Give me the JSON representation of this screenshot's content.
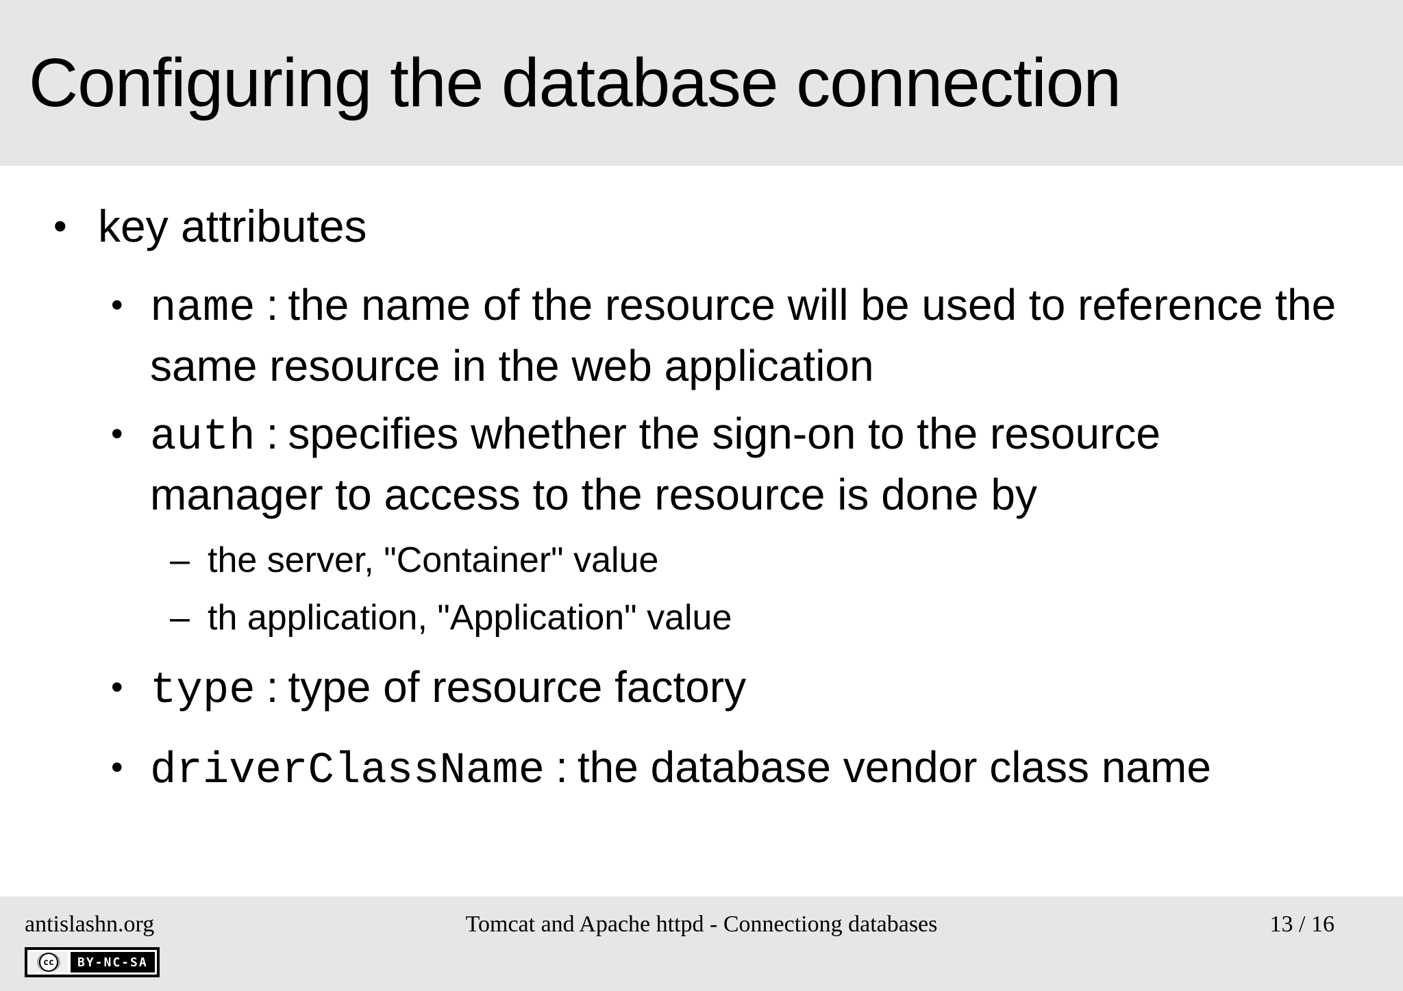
{
  "slide": {
    "title": "Configuring the database connection",
    "key_heading": "key attributes",
    "separator": ":",
    "items": [
      {
        "term": "name",
        "desc": "the name of the resource will be used to reference the same resource in the web application"
      },
      {
        "term": "auth",
        "desc": "specifies whether the sign-on to the resource manager to access to the resource is done by",
        "subitems": [
          "the server, \"Container\" value",
          "th application, \"Application\" value"
        ]
      },
      {
        "term": "type",
        "desc": "type of resource factory"
      },
      {
        "term": "driverClassName",
        "desc": "the database vendor class name"
      }
    ]
  },
  "glyphs": {
    "bullet": "•",
    "dash": "–"
  },
  "footer": {
    "site": "antislashn.org",
    "center": "Tomcat and Apache httpd - Connectiong databases",
    "page": "13 / 16",
    "badge": {
      "cc": "cc",
      "label": "BY-NC-SA"
    }
  },
  "colors": {
    "band": "#e6e6e6",
    "background": "#ffffff",
    "text": "#000000"
  }
}
